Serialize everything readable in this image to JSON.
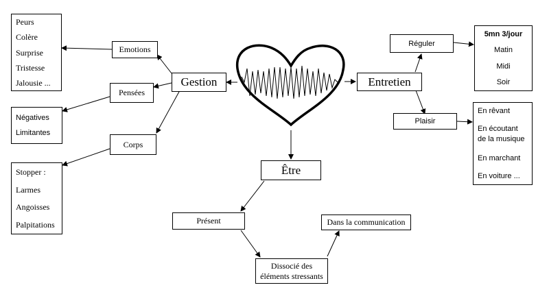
{
  "center": {
    "name": "heart-ecg"
  },
  "gestion": "Gestion",
  "entretien": "Entretien",
  "etre": "Être",
  "emotions": "Emotions",
  "pensees": "Pensées",
  "corps": "Corps",
  "emotions_list": [
    "Peurs",
    "Colère",
    "Surprise",
    "Tristesse",
    "Jalousie ..."
  ],
  "pensees_list": [
    "Négatives",
    "Limitantes"
  ],
  "corps_list": [
    "Stopper :",
    "Larmes",
    "Angoisses",
    "Palpitations"
  ],
  "reguler": "Réguler",
  "plaisir": "Plaisir",
  "reguler_list": [
    "5mn 3/jour",
    "Matin",
    "Midi",
    "Soir"
  ],
  "plaisir_list": [
    "En rêvant",
    "En écoutant de la musique",
    "En marchant",
    "En voiture ..."
  ],
  "present": "Présent",
  "dissocie": "Dissocié des éléments stressants",
  "communication": "Dans la communication"
}
